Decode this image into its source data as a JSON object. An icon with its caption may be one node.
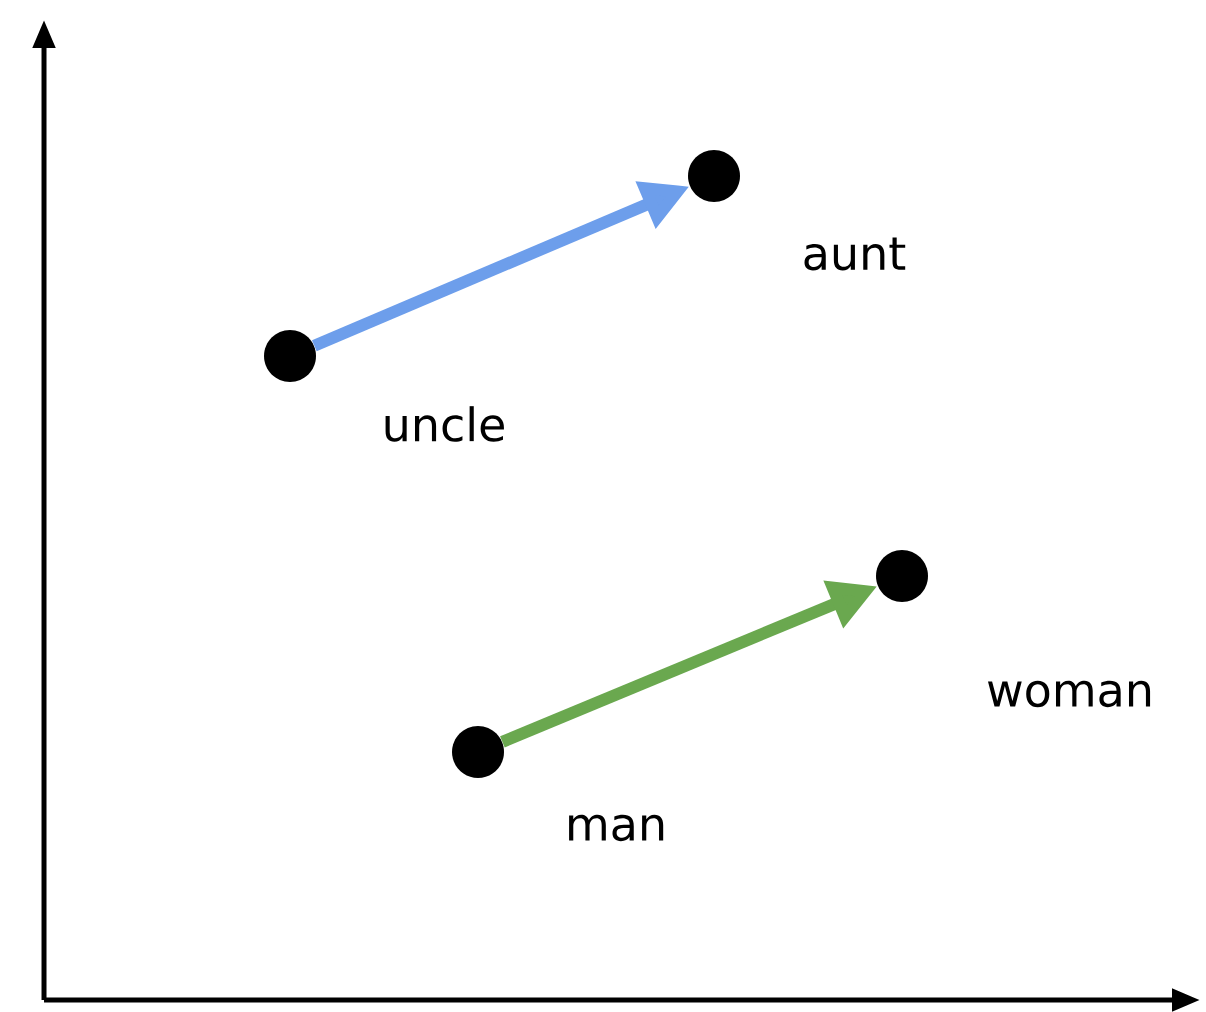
{
  "diagram": {
    "nodes": [
      {
        "text": [],
        "shape": "circle",
        "beside": [
          "uncle"
        ]
      },
      {
        "text": [],
        "shape": "circle",
        "beside": [
          "aunt"
        ]
      },
      {
        "text": [],
        "shape": "circle",
        "beside": [
          "man"
        ]
      },
      {
        "text": [],
        "shape": "circle",
        "beside": [
          "woman"
        ]
      }
    ],
    "edges": [
      {
        "from": 0,
        "to": 1,
        "arrow": "to",
        "color": "#6d9eeb"
      },
      {
        "from": 2,
        "to": 3,
        "arrow": "to",
        "color": "#6aa84f"
      }
    ]
  }
}
